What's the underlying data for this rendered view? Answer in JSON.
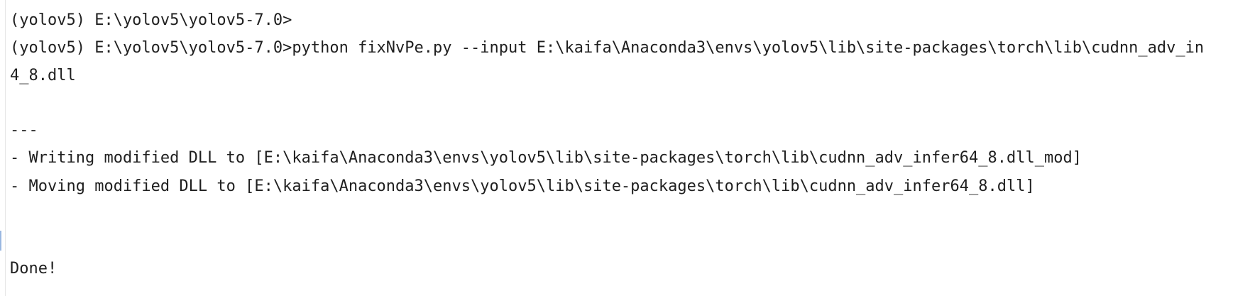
{
  "terminal": {
    "lines": [
      "(yolov5) E:\\yolov5\\yolov5-7.0>",
      "(yolov5) E:\\yolov5\\yolov5-7.0>python fixNvPe.py --input E:\\kaifa\\Anaconda3\\envs\\yolov5\\lib\\site-packages\\torch\\lib\\cudnn_adv_in",
      "4_8.dll",
      "---",
      "- Writing modified DLL to [E:\\kaifa\\Anaconda3\\envs\\yolov5\\lib\\site-packages\\torch\\lib\\cudnn_adv_infer64_8.dll_mod]",
      "- Moving modified DLL to [E:\\kaifa\\Anaconda3\\envs\\yolov5\\lib\\site-packages\\torch\\lib\\cudnn_adv_infer64_8.dll]",
      "Done!"
    ]
  }
}
